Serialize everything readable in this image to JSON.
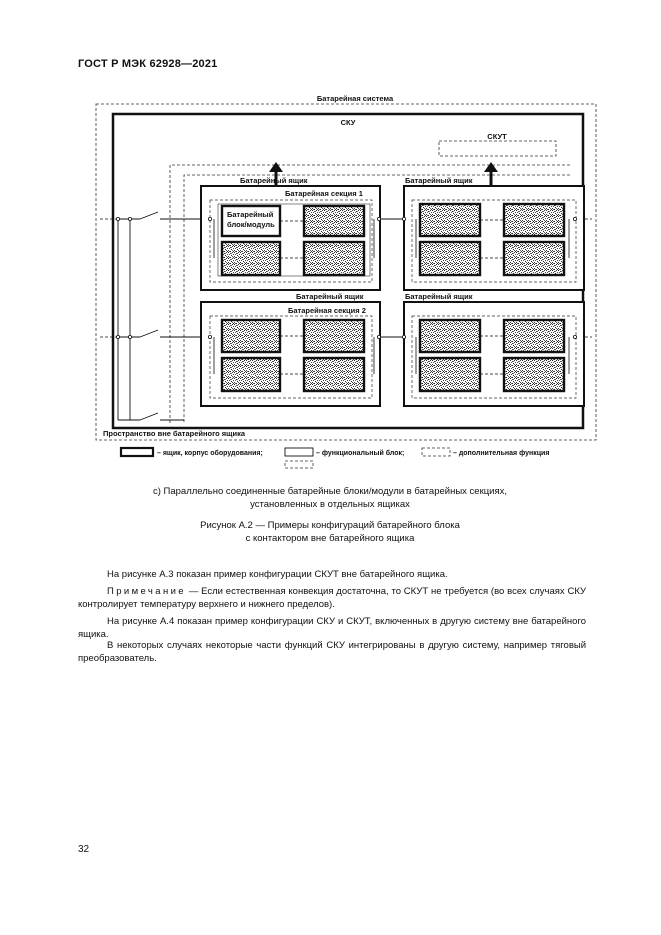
{
  "header": {
    "standard": "ГОСТ Р МЭК 62928—2021"
  },
  "diagram": {
    "labels": {
      "system": "Батарейная система",
      "sku": "СКУ",
      "skut": "СКУТ",
      "box_tl": "Батарейный ящик",
      "box_tr": "Батарейный ящик",
      "box_bl": "Батарейный ящик",
      "box_br": "Батарейный ящик",
      "section1": "Батарейная секция 1",
      "section2": "Батарейная секция 2",
      "module_line1": "Батарейный",
      "module_line2": "блок/модуль",
      "outside": "Пространство вне батарейного ящика"
    },
    "legend": {
      "enclosure": "– ящик, корпус оборудования;",
      "functional": "– функциональный блок;",
      "additional": "– дополнительная функция"
    }
  },
  "caption": {
    "sub_line1": "c)  Параллельно соединенные батарейные блоки/модули в батарейных секциях,",
    "sub_line2": "установленных в отдельных ящиках",
    "figure_line1": "Рисунок А.2 — Примеры конфигураций батарейного блока",
    "figure_line2": "с контактором вне батарейного ящика"
  },
  "body": {
    "p1": "На рисунке А.3 показан пример конфигурации СКУТ вне батарейного ящика.",
    "p2_label": "Примечание",
    "p2_text": " — Если естественная конвекция достаточна, то СКУТ не требуется (во всех случаях СКУ контролирует температуру верхнего и нижнего пределов).",
    "p3": "На рисунке А.4 показан пример конфигурации СКУ и СКУТ, включенных в другую систему вне батарейного ящика.",
    "p4": "В некоторых случаях некоторые части функций СКУ интегрированы в другую систему, например тяговый преобразователь."
  },
  "footer": {
    "page_number": "32"
  }
}
